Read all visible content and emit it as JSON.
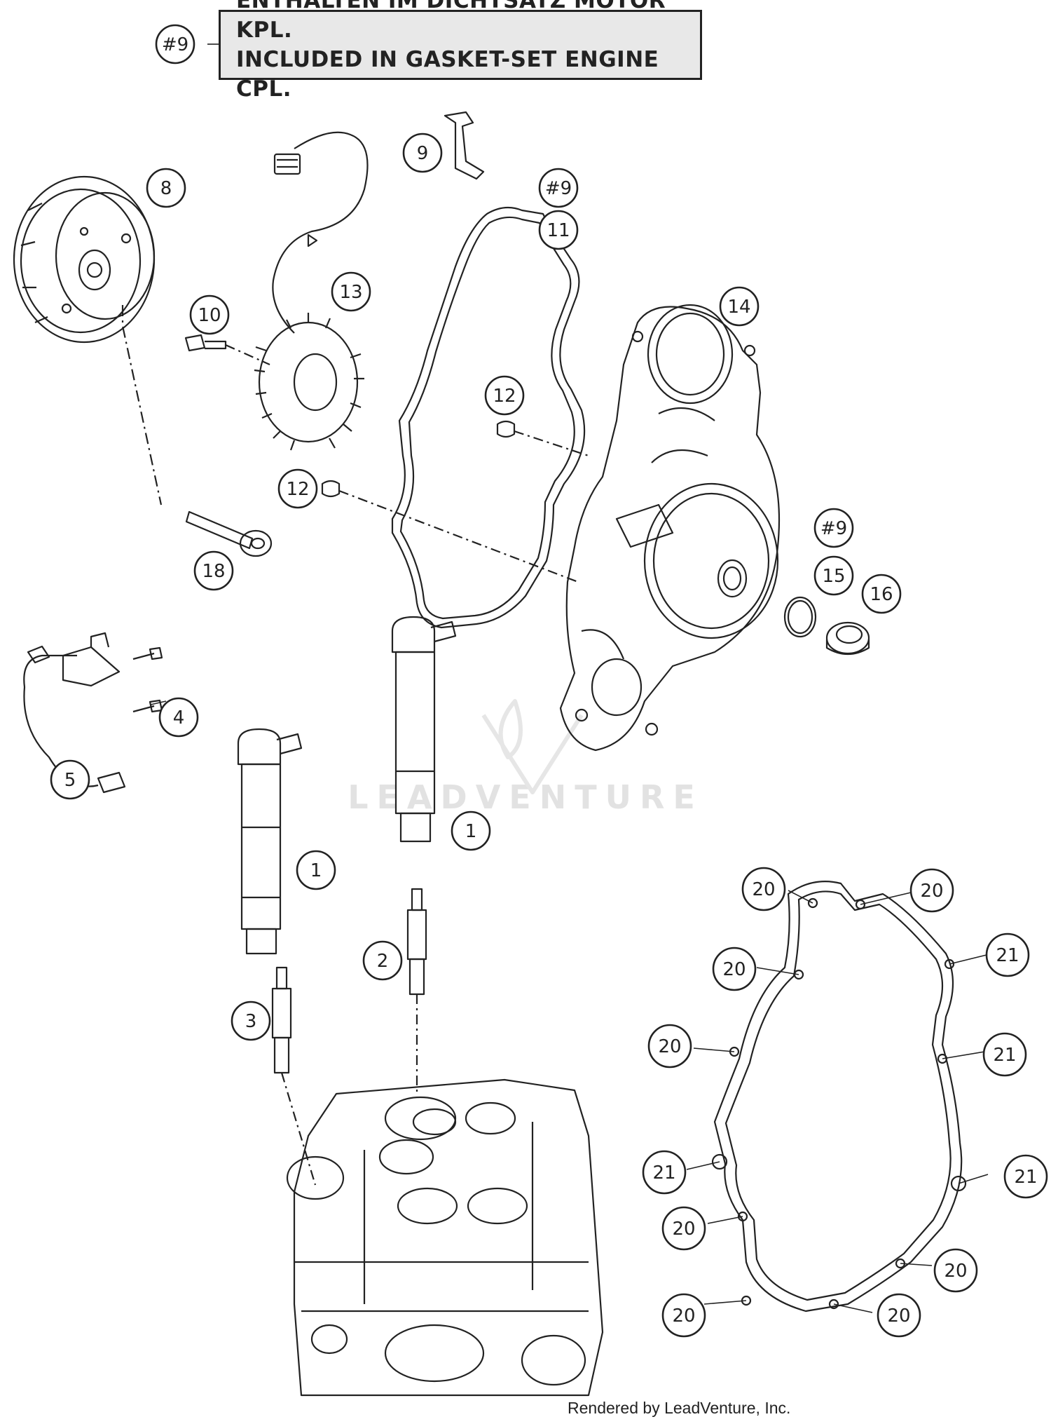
{
  "note": {
    "ref": "#9",
    "line1": "ENTHALTEN IM DICHTSATZ MOTOR KPL.",
    "line2": "INCLUDED IN GASKET-SET ENGINE CPL."
  },
  "callouts": [
    {
      "id": "c-note-9",
      "label": "#9"
    },
    {
      "id": "c-8",
      "label": "8"
    },
    {
      "id": "c-9",
      "label": "9"
    },
    {
      "id": "c-gasket-9",
      "label": "#9"
    },
    {
      "id": "c-11",
      "label": "11"
    },
    {
      "id": "c-10",
      "label": "10"
    },
    {
      "id": "c-13",
      "label": "13"
    },
    {
      "id": "c-14",
      "label": "14"
    },
    {
      "id": "c-12a",
      "label": "12"
    },
    {
      "id": "c-12b",
      "label": "12"
    },
    {
      "id": "c-18",
      "label": "18"
    },
    {
      "id": "c-plug-9",
      "label": "#9"
    },
    {
      "id": "c-15",
      "label": "15"
    },
    {
      "id": "c-16",
      "label": "16"
    },
    {
      "id": "c-4",
      "label": "4"
    },
    {
      "id": "c-5",
      "label": "5"
    },
    {
      "id": "c-1a",
      "label": "1"
    },
    {
      "id": "c-1b",
      "label": "1"
    },
    {
      "id": "c-2",
      "label": "2"
    },
    {
      "id": "c-3",
      "label": "3"
    },
    {
      "id": "c-20a",
      "label": "20"
    },
    {
      "id": "c-20b",
      "label": "20"
    },
    {
      "id": "c-20c",
      "label": "20"
    },
    {
      "id": "c-21a",
      "label": "21"
    },
    {
      "id": "c-20d",
      "label": "20"
    },
    {
      "id": "c-21b",
      "label": "21"
    },
    {
      "id": "c-21c",
      "label": "21"
    },
    {
      "id": "c-21d",
      "label": "21"
    },
    {
      "id": "c-20e",
      "label": "20"
    },
    {
      "id": "c-20f",
      "label": "20"
    },
    {
      "id": "c-20g",
      "label": "20"
    },
    {
      "id": "c-20h",
      "label": "20"
    }
  ],
  "watermark": "LEADVENTURE",
  "footer": "Rendered by LeadVenture, Inc."
}
